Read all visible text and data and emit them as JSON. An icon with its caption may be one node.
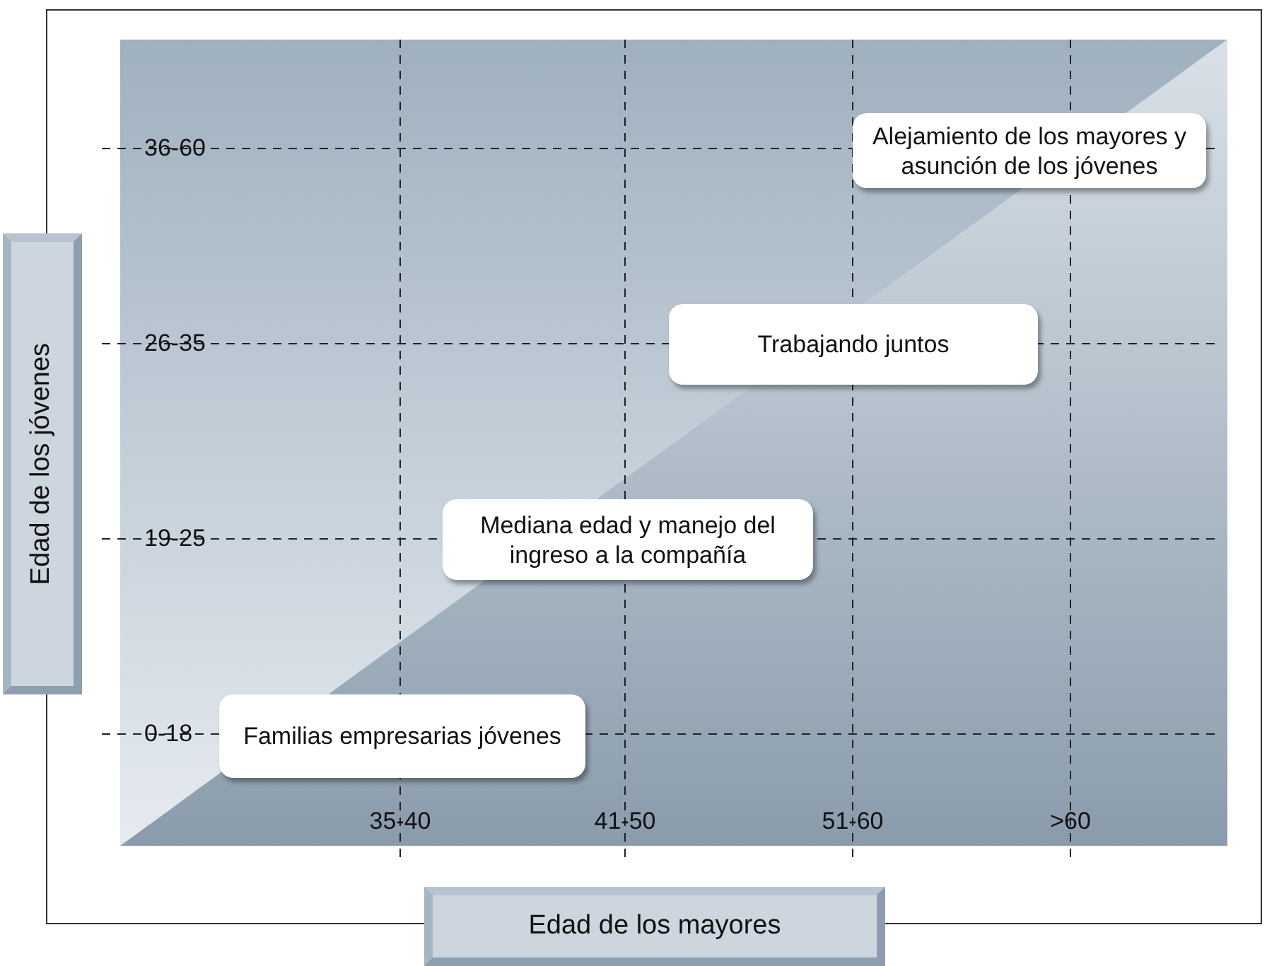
{
  "diagram": {
    "nodes": [
      {
        "text": [
          "Edad de los jóvenes"
        ]
      },
      {
        "text": [
          "Alejamiento de los mayores y asunción de los jóvenes"
        ]
      },
      {
        "text": [
          "Trabajando juntos"
        ]
      },
      {
        "text": [
          "Mediana edad y manejo del ingreso a la compañía"
        ]
      },
      {
        "text": [
          "Familias empresarias jóvenes"
        ]
      },
      {
        "text": [
          "Edad de los mayores"
        ]
      }
    ],
    "labels": [
      "36-60",
      "26-35",
      "19-25",
      "0-18",
      "35-40",
      "41-50",
      "51-60",
      ">60"
    ]
  }
}
